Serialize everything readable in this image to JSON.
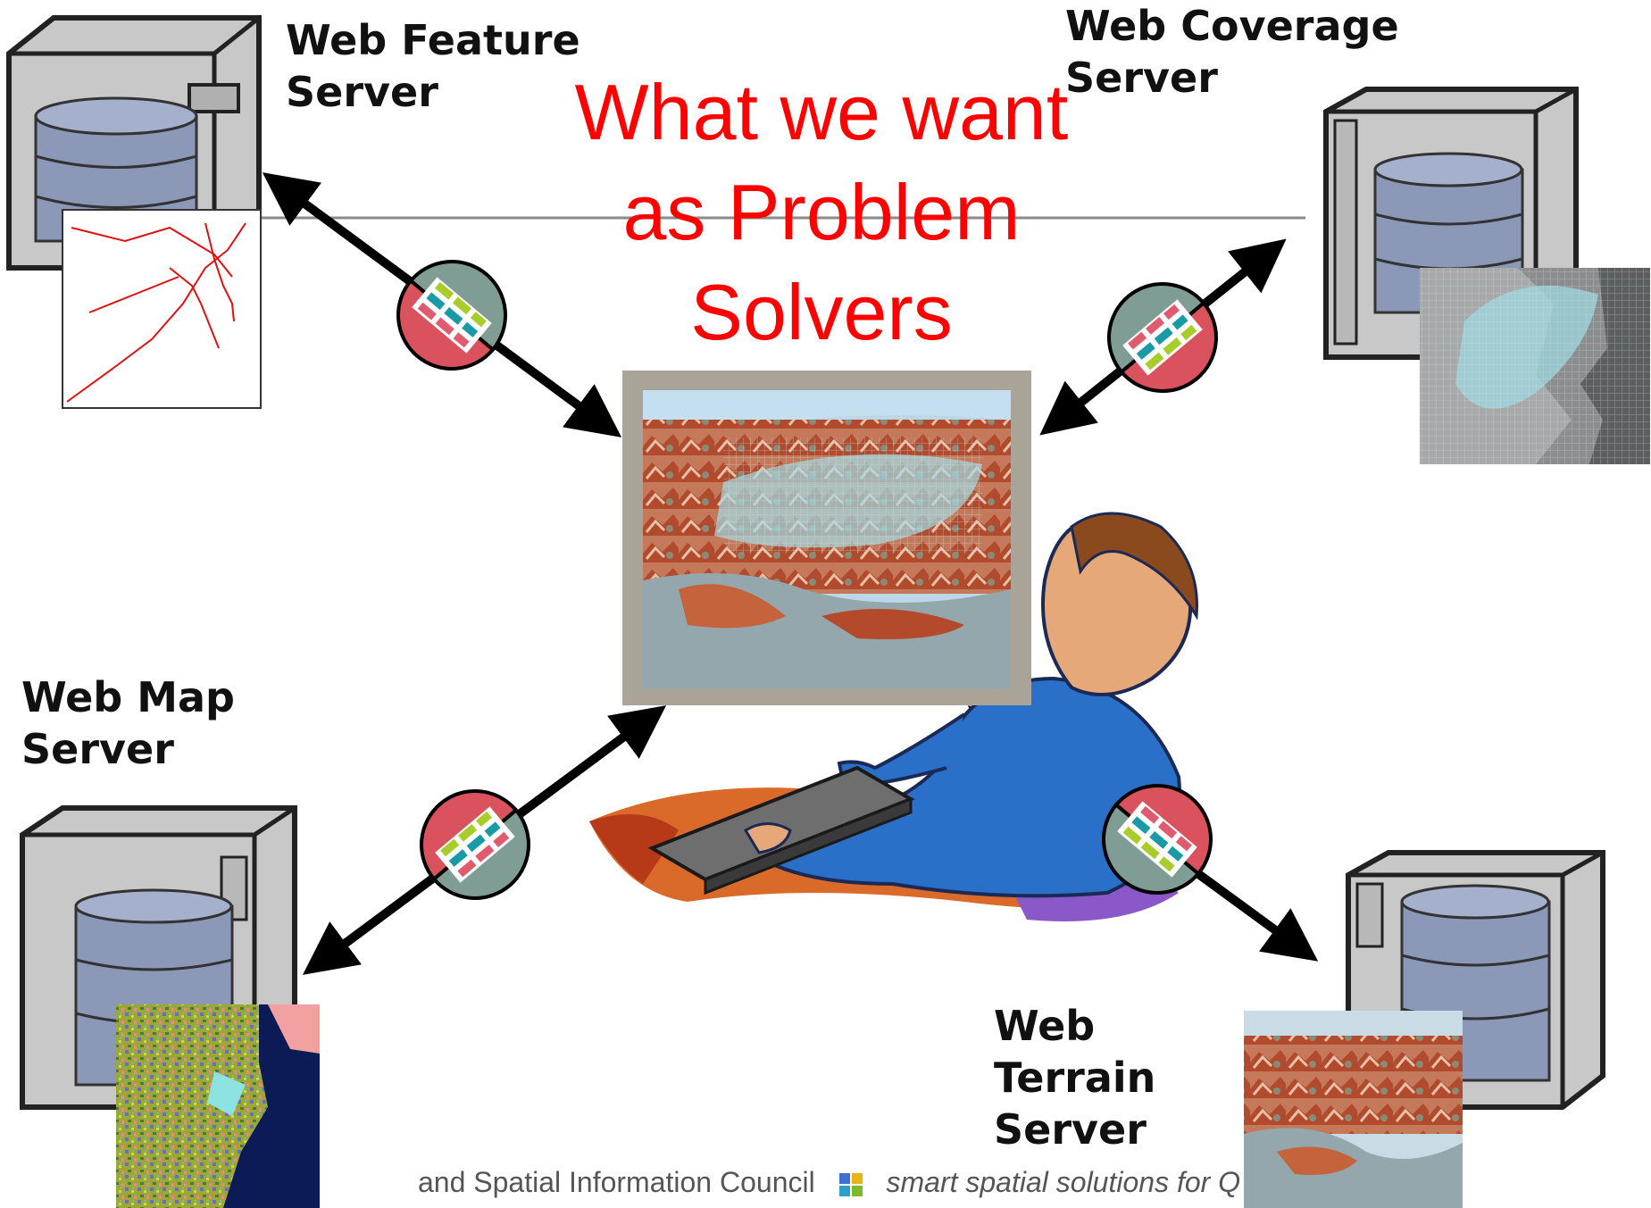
{
  "slide": {
    "title": "What we want\nas Problem\nSolvers",
    "footer_org": "and Spatial Information Council",
    "footer_tagline": "smart spatial solutions for Q",
    "footer_logo_icon": "windows-style-logo-icon"
  },
  "servers": {
    "feature": {
      "label": "Web Feature\nServer",
      "icon": "server-tower-icon",
      "thumbnail": "road-network-map"
    },
    "coverage": {
      "label": "Web Coverage\nServer",
      "icon": "server-tower-icon",
      "thumbnail": "aerial-coverage-image"
    },
    "map": {
      "label": "Web Map\nServer",
      "icon": "server-tower-icon",
      "thumbnail": "classified-raster-map"
    },
    "terrain": {
      "label": "Web\nTerrain\nServer",
      "icon": "server-tower-icon",
      "thumbnail": "terrain-rendering"
    }
  },
  "client": {
    "icon": "person-at-laptop-icon",
    "screen": "3d-terrain-view"
  },
  "connector_icon": "interface-plug-icon",
  "colors": {
    "title": "#ff0000",
    "server_body": "#c8c8c8",
    "database": "#8c98b8",
    "arrow": "#000000",
    "plug_teal": "#7f9c95",
    "plug_red": "#d9525e",
    "plug_green": "#a8cc2a",
    "plug_cyan": "#1a9aa6",
    "plug_pink": "#e05b6e"
  }
}
